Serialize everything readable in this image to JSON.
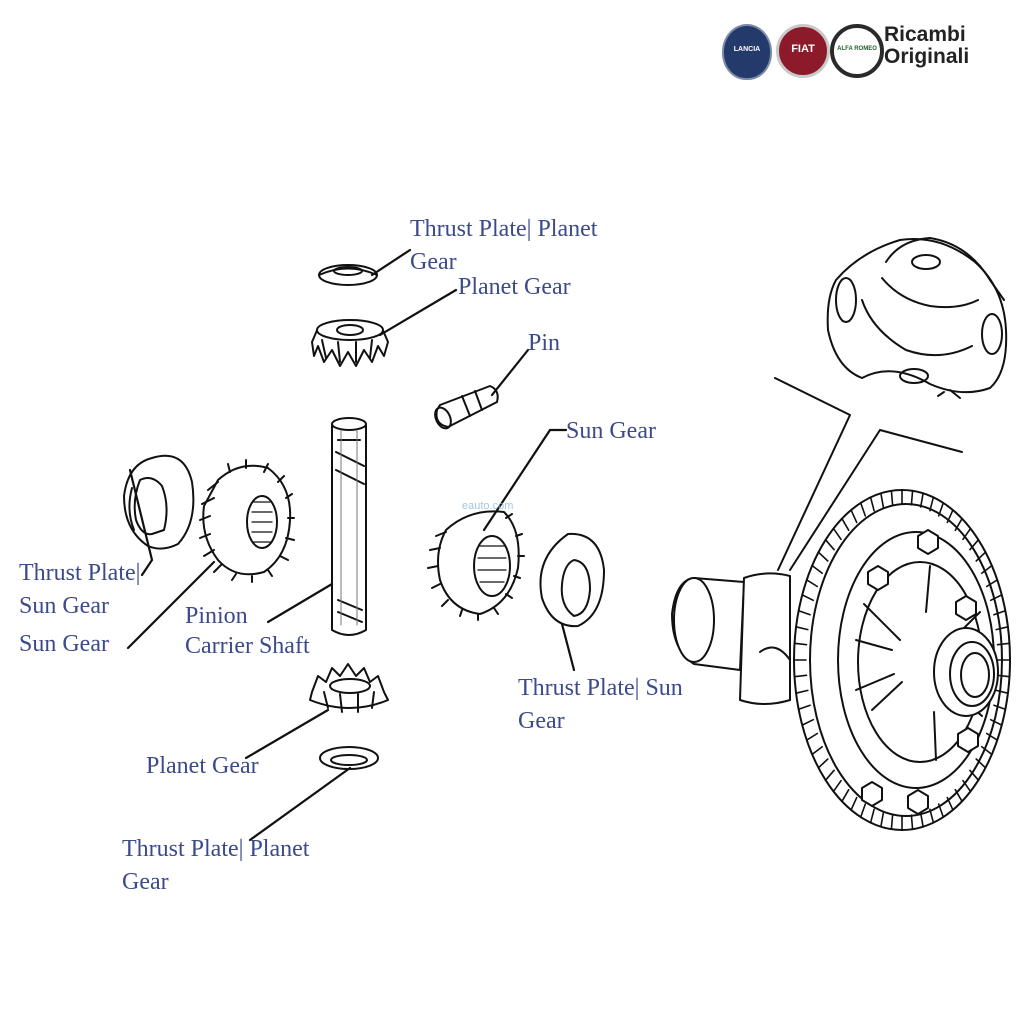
{
  "brand": {
    "line1": "Ricambi",
    "line2": "Originali",
    "logos": [
      {
        "name": "lancia-logo",
        "text": "LANCIA",
        "color": "#243a6b"
      },
      {
        "name": "fiat-logo",
        "text": "FIAT",
        "color": "#8c1a2b"
      },
      {
        "name": "alfa-romeo-logo",
        "text": "ALFA ROMEO",
        "color": "#1f5c2e"
      }
    ]
  },
  "watermark": "eauto.com",
  "labels": {
    "thrust_plate_planet_gear_top": "Thrust Plate| Planet",
    "thrust_plate_planet_gear_top_2": "Gear",
    "planet_gear_top": "Planet Gear",
    "pin": "Pin",
    "sun_gear_right": "Sun Gear",
    "thrust_plate_sun_gear_left": "Thrust Plate|",
    "thrust_plate_sun_gear_left_2": "Sun Gear",
    "sun_gear_left": "Sun Gear",
    "pinion_carrier_shaft": "Pinion",
    "pinion_carrier_shaft_2": "Carrier Shaft",
    "thrust_plate_sun_gear_right": "Thrust Plate| Sun",
    "thrust_plate_sun_gear_right_2": "Gear",
    "planet_gear_bottom": "Planet Gear",
    "thrust_plate_planet_gear_bottom": "Thrust Plate| Planet",
    "thrust_plate_planet_gear_bottom_2": "Gear"
  },
  "colors": {
    "label": "#3c4a8c",
    "line": "#111111"
  }
}
